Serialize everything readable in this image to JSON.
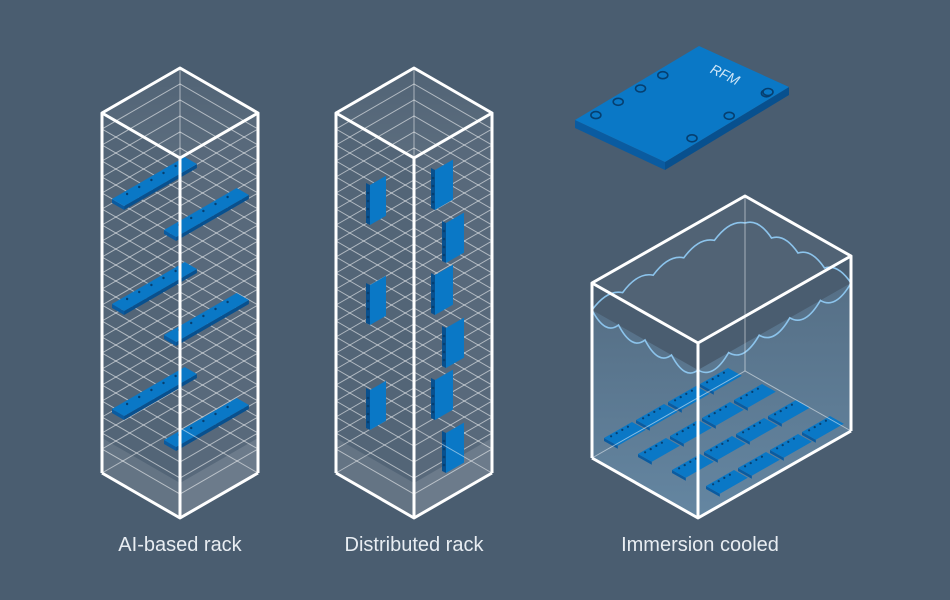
{
  "labels": {
    "ai_rack": "AI-based rack",
    "distributed_rack": "Distributed rack",
    "immersion_cooled": "Immersion cooled",
    "module": "RFM"
  },
  "colors": {
    "background": "#4a5d70",
    "outline": "#ffffff",
    "module_top": "#0a78c6",
    "module_side": "#0a5ba0",
    "fluid": "#7fb8e0",
    "caption": "#e8edf2"
  },
  "icons": [
    "ai-rack-icon",
    "distributed-rack-icon",
    "rfm-module-icon",
    "immersion-tank-icon"
  ]
}
